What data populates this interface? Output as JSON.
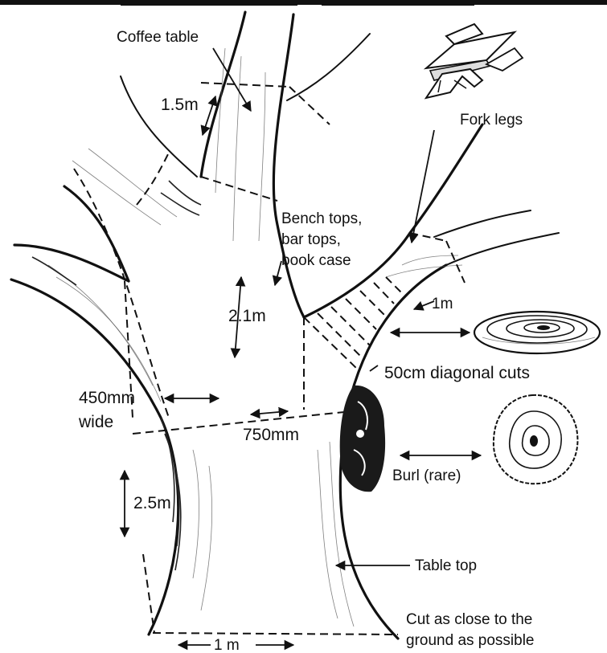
{
  "labels": {
    "coffee_table": "Coffee table",
    "fork_legs": "Fork legs",
    "bench_tops_1": "Bench tops,",
    "bench_tops_2": "bar tops,",
    "bench_tops_3": "book case",
    "dim_1_5m": "1.5m",
    "dim_2_1m": "2.1m",
    "dim_1m_branch": "1m",
    "diagonal_cuts": "50cm diagonal cuts",
    "width_450_1": "450mm",
    "width_450_2": "wide",
    "width_750": "750mm",
    "burl": "Burl (rare)",
    "dim_2_5m": "2.5m",
    "table_top": "Table top",
    "cut_close_1": "Cut as close to the",
    "cut_close_2": "ground as possible",
    "dim_1m_base": "1 m"
  }
}
